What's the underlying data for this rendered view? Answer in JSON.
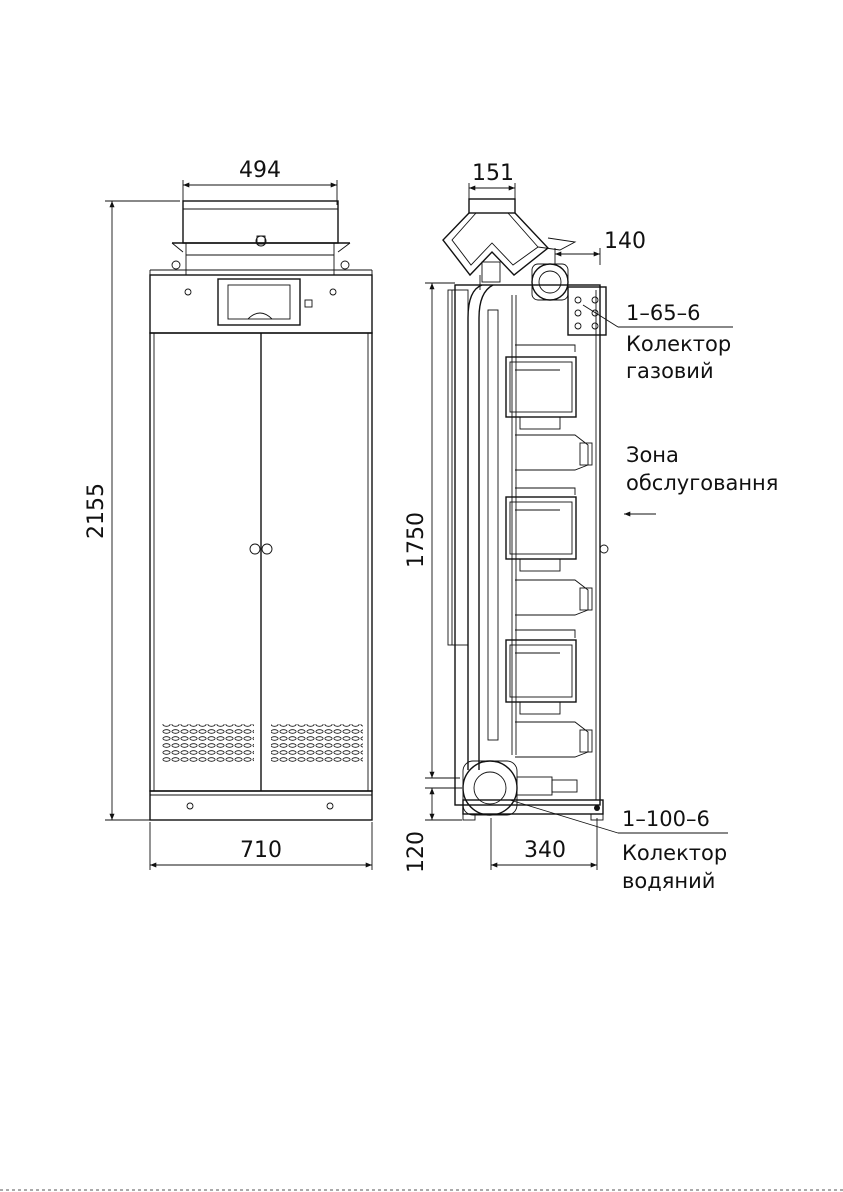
{
  "dimensions": {
    "top_width": "494",
    "total_height": "2155",
    "base_width": "710",
    "flue_width": "151",
    "gas_offset": "140",
    "body_height": "1750",
    "base_height": "120",
    "depth": "340"
  },
  "callouts": {
    "gas_collector": {
      "code": "1–65–6",
      "line1": "Колектор",
      "line2": "газовий"
    },
    "service_zone": {
      "line1": "Зона",
      "line2": "обслуговання"
    },
    "water_collector": {
      "code": "1–100–6",
      "line1": "Колектор",
      "line2": "водяний"
    }
  }
}
